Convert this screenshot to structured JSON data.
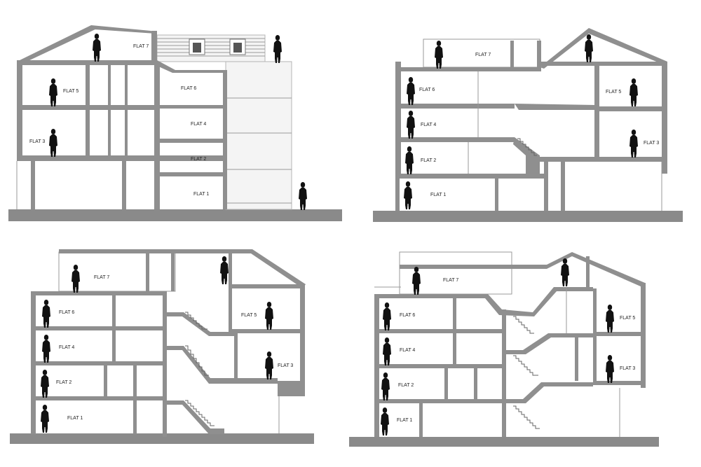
{
  "drawing": {
    "sections": [
      {
        "id": "section-a",
        "flats": {
          "flat7": "FLAT 7",
          "flat6": "FLAT 6",
          "flat5": "FLAT 5",
          "flat4": "FLAT 4",
          "flat3": "FLAT 3",
          "flat2": "FLAT 2",
          "flat1": "FLAT 1"
        }
      },
      {
        "id": "section-b",
        "flats": {
          "flat7": "FLAT 7",
          "flat6": "FLAT 6",
          "flat5": "FLAT 5",
          "flat4": "FLAT 4",
          "flat3": "FLAT 3",
          "flat2": "FLAT 2",
          "flat1": "FLAT 1"
        }
      },
      {
        "id": "section-c",
        "flats": {
          "flat7": "FLAT 7",
          "flat6": "FLAT 6",
          "flat5": "FLAT 5",
          "flat4": "FLAT 4",
          "flat3": "FLAT 3",
          "flat2": "FLAT 2",
          "flat1": "FLAT 1"
        }
      },
      {
        "id": "section-d",
        "flats": {
          "flat7": "FLAT 7",
          "flat6": "FLAT 6",
          "flat5": "FLAT 5",
          "flat4": "FLAT 4",
          "flat3": "FLAT 3",
          "flat2": "FLAT 2",
          "flat1": "FLAT 1"
        }
      }
    ],
    "colors": {
      "wall": "#8f8f8f",
      "ground": "#8a8a8a",
      "person": "#111111",
      "background": "#ffffff"
    }
  }
}
